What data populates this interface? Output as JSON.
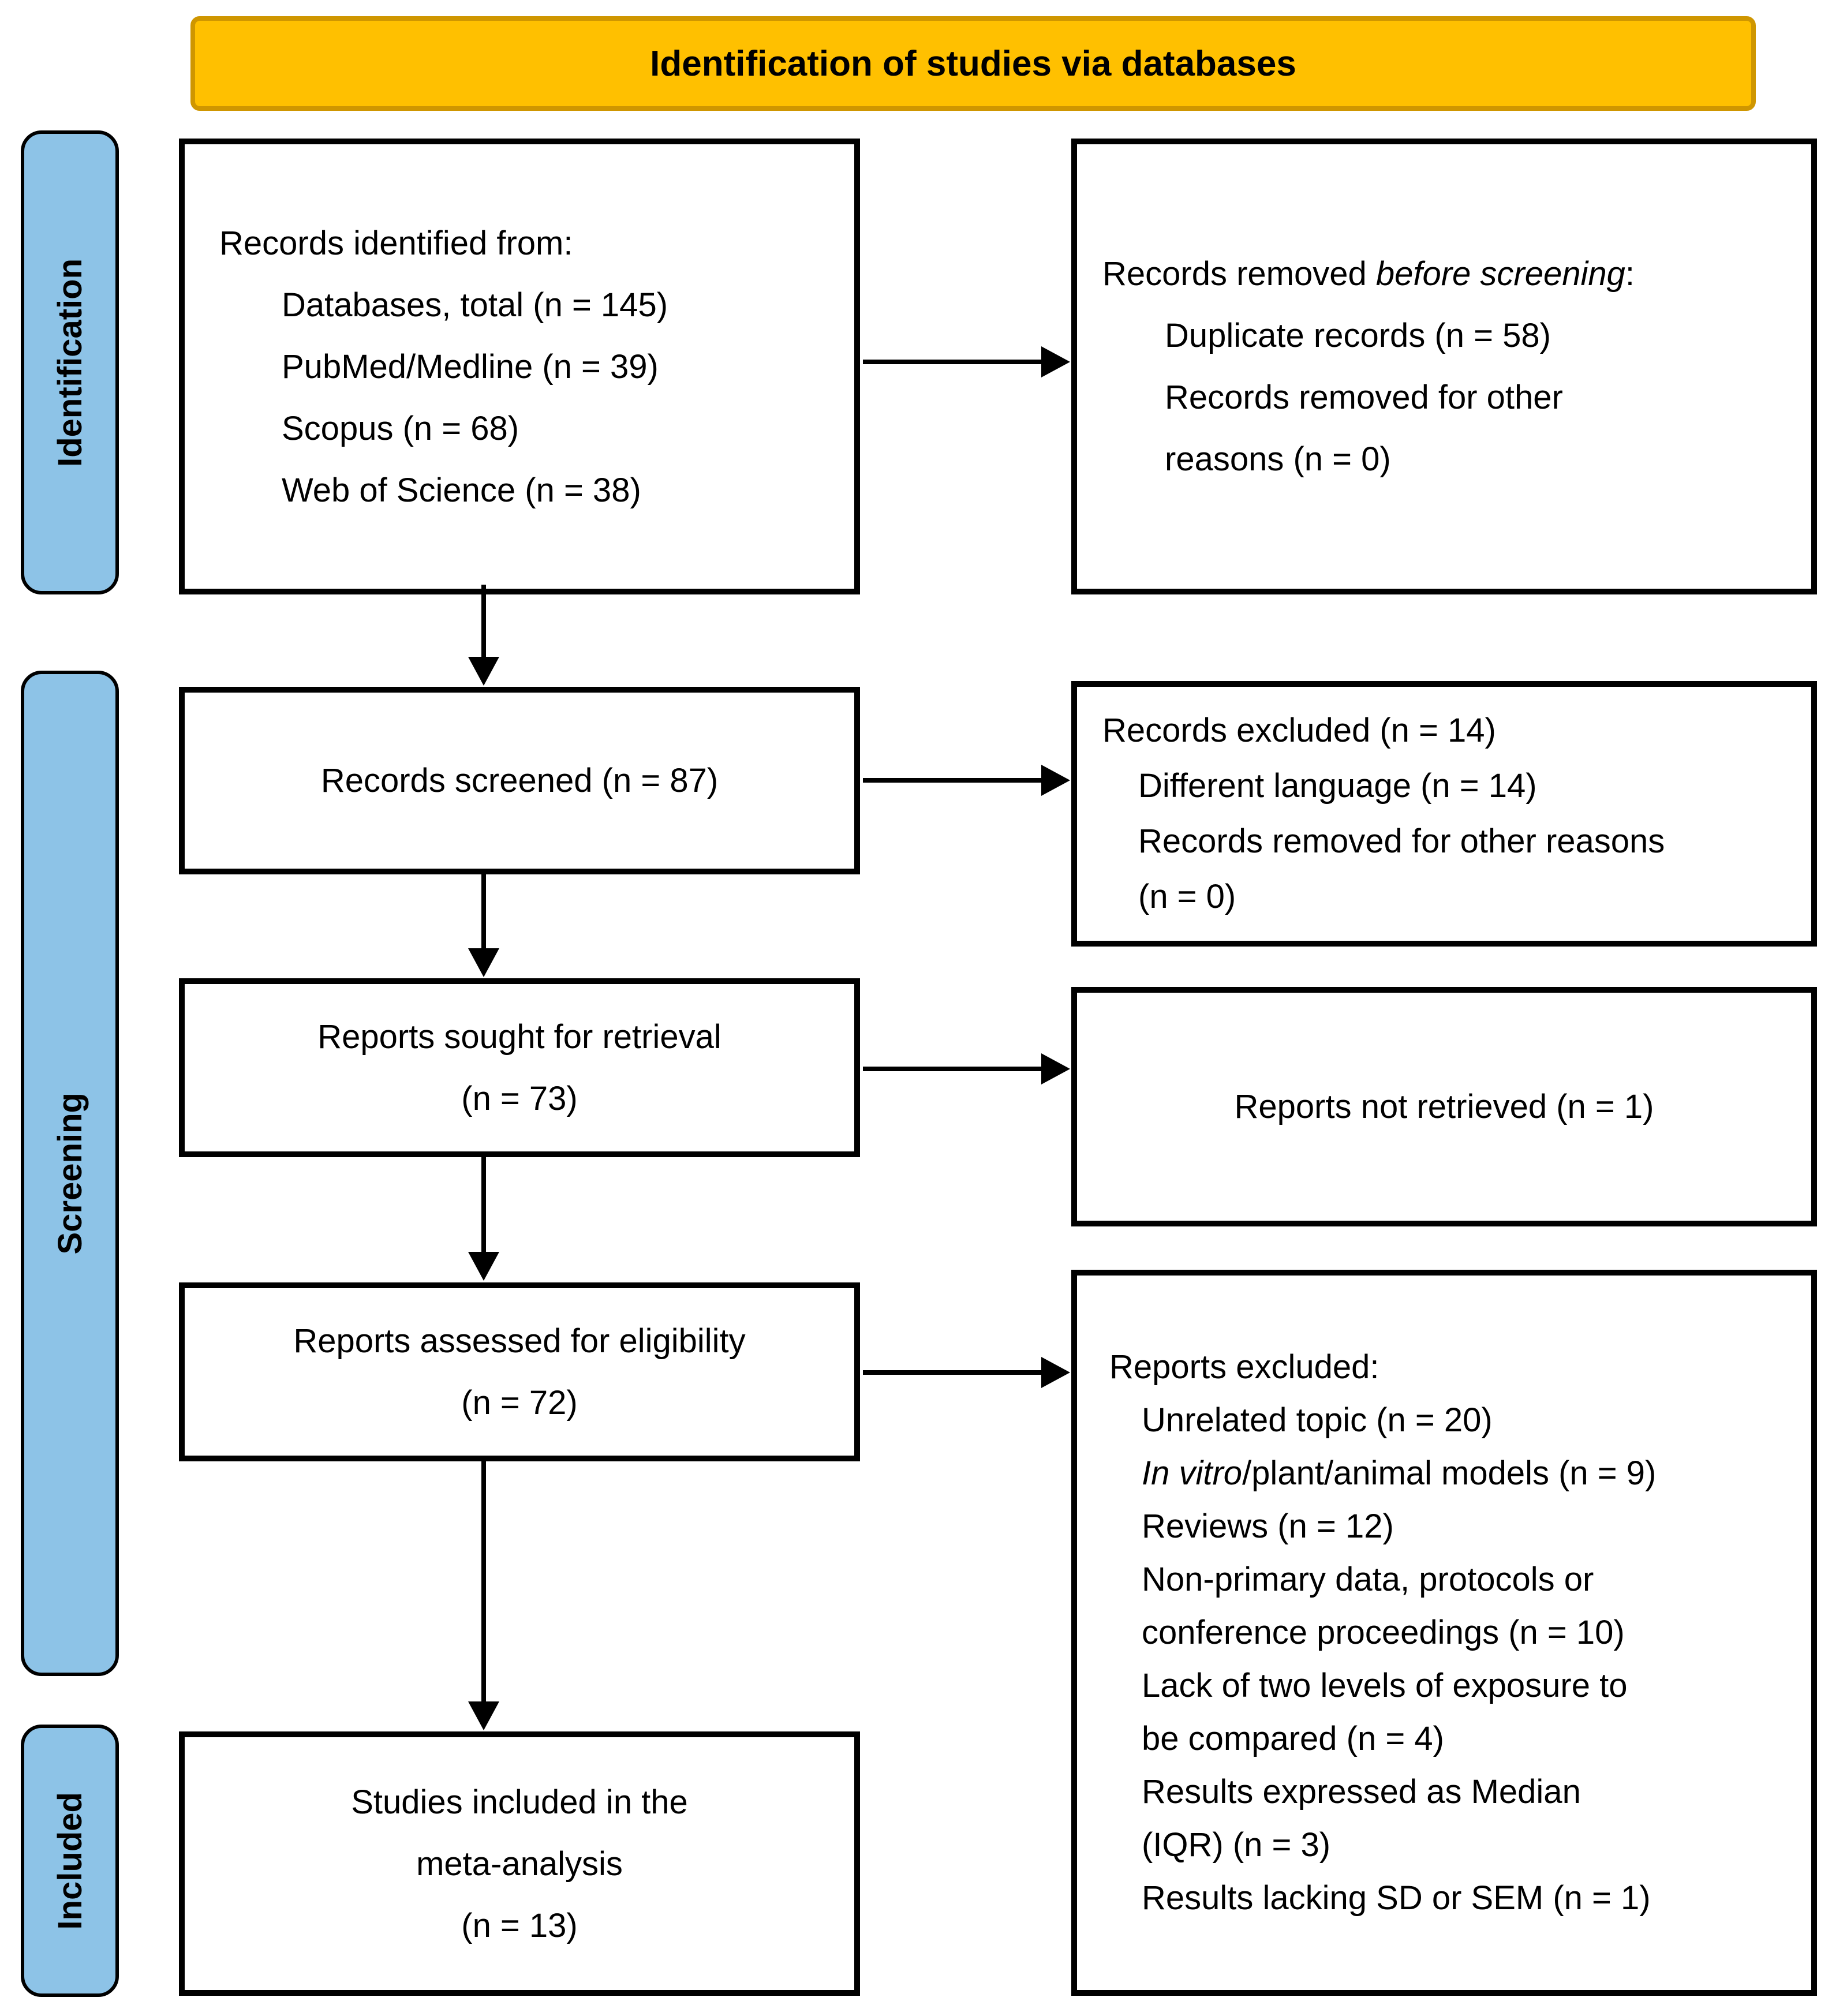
{
  "banner": {
    "title": "Identification of studies via databases"
  },
  "sidebar": {
    "identification": "Identification",
    "screening": "Screening",
    "included": "Included"
  },
  "flow": {
    "records_identified": {
      "lines": [
        "Records identified from:",
        "Databases, total (n = 145)",
        "PubMed/Medline (n = 39)",
        "Scopus (n = 68)",
        "Web of Science (n = 38)"
      ]
    },
    "records_removed": {
      "intro_pre": "Records removed ",
      "intro_italic": "before screening",
      "intro_post": ":",
      "lines": [
        "Duplicate records (n = 58)",
        "Records removed for other",
        "reasons (n = 0)"
      ]
    },
    "records_screened": {
      "text": "Records screened (n = 87)"
    },
    "records_excluded": {
      "lines": [
        "Records excluded (n = 14)",
        "Different language (n = 14)",
        "Records removed for other reasons",
        "(n = 0)"
      ]
    },
    "reports_sought": {
      "line1": "Reports sought for retrieval",
      "line2": "(n = 73)"
    },
    "reports_not_retrieved": {
      "text": "Reports not retrieved (n = 1)"
    },
    "reports_assessed": {
      "line1": "Reports assessed for eligibility",
      "line2": "(n = 72)"
    },
    "reports_excluded": {
      "intro": "Reports excluded:",
      "item_italic_prefix": "In vitro",
      "lines": [
        "Unrelated topic (n = 20)",
        "/plant/animal models (n = 9)",
        "Reviews (n = 12)",
        "Non-primary data, protocols or",
        "conference proceedings (n = 10)",
        "Lack of two levels of exposure to",
        "be compared (n = 4)",
        "Results expressed as Median",
        "(IQR) (n = 3)",
        "Results lacking SD or SEM (n = 1)"
      ]
    },
    "studies_included": {
      "line1": "Studies included in the",
      "line2": "meta-analysis",
      "line3": "(n = 13)"
    }
  },
  "colors": {
    "banner_fill": "#FFC000",
    "banner_border": "#CF9600",
    "sidebar_fill": "#8DC3E7",
    "box_background": "#FFFFFF",
    "border_and_arrow": "#000000"
  }
}
